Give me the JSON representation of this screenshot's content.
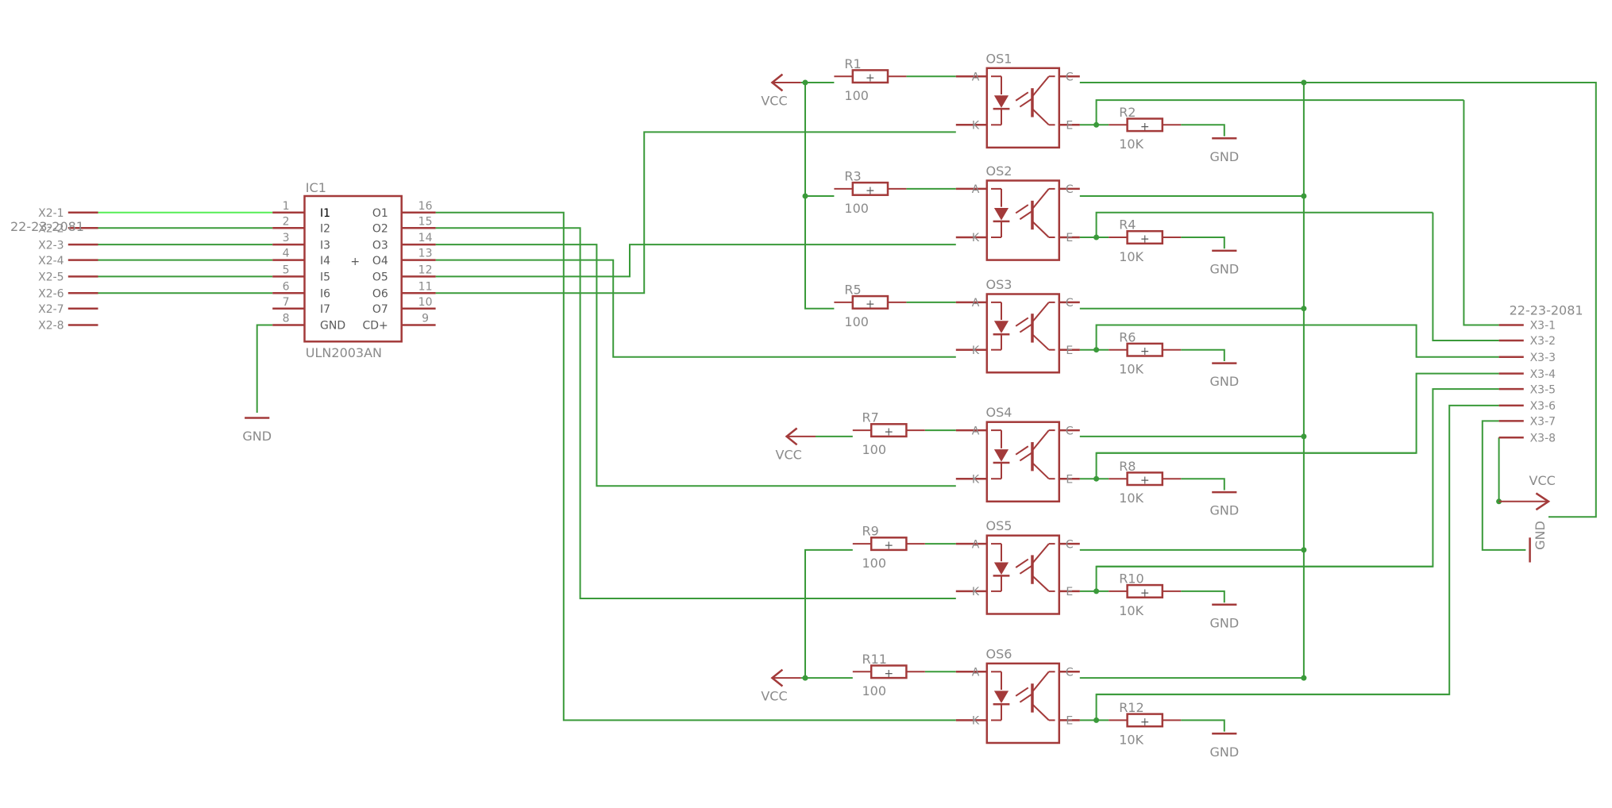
{
  "colors": {
    "wire": "#3a9a3a",
    "part": "#a33a3a",
    "text": "#8a8a8a",
    "highlight": "#55ee55"
  },
  "connector_x2": {
    "label": "22-23-2081",
    "pins": [
      "X2-1",
      "X2-2",
      "X2-3",
      "X2-4",
      "X2-5",
      "X2-6",
      "X2-7",
      "X2-8"
    ]
  },
  "connector_x3": {
    "label": "22-23-2081",
    "pins": [
      "X3-1",
      "X3-2",
      "X3-3",
      "X3-4",
      "X3-5",
      "X3-6",
      "X3-7",
      "X3-8"
    ]
  },
  "ic1": {
    "name": "IC1",
    "value": "ULN2003AN",
    "plus": "+",
    "left_pins": [
      {
        "num": "1",
        "name": "I1"
      },
      {
        "num": "2",
        "name": "I2"
      },
      {
        "num": "3",
        "name": "I3"
      },
      {
        "num": "4",
        "name": "I4"
      },
      {
        "num": "5",
        "name": "I5"
      },
      {
        "num": "6",
        "name": "I6"
      },
      {
        "num": "7",
        "name": "I7"
      },
      {
        "num": "8",
        "name": "GND"
      }
    ],
    "right_pins": [
      {
        "num": "16",
        "name": "O1"
      },
      {
        "num": "15",
        "name": "O2"
      },
      {
        "num": "14",
        "name": "O3"
      },
      {
        "num": "13",
        "name": "O4"
      },
      {
        "num": "12",
        "name": "O5"
      },
      {
        "num": "11",
        "name": "O6"
      },
      {
        "num": "10",
        "name": "O7"
      },
      {
        "num": "9",
        "name": "CD+"
      }
    ]
  },
  "optocouplers": [
    {
      "name": "OS1",
      "r_led": "R1",
      "r_led_val": "100",
      "r_emit": "R2",
      "r_emit_val": "10K"
    },
    {
      "name": "OS2",
      "r_led": "R3",
      "r_led_val": "100",
      "r_emit": "R4",
      "r_emit_val": "10K"
    },
    {
      "name": "OS3",
      "r_led": "R5",
      "r_led_val": "100",
      "r_emit": "R6",
      "r_emit_val": "10K"
    },
    {
      "name": "OS4",
      "r_led": "R7",
      "r_led_val": "100",
      "r_emit": "R8",
      "r_emit_val": "10K"
    },
    {
      "name": "OS5",
      "r_led": "R9",
      "r_led_val": "100",
      "r_emit": "R10",
      "r_emit_val": "10K"
    },
    {
      "name": "OS6",
      "r_led": "R11",
      "r_led_val": "100",
      "r_emit": "R12",
      "r_emit_val": "10K"
    }
  ],
  "opto_pins": {
    "a": "A",
    "k": "K",
    "c": "C",
    "e": "E"
  },
  "resistor_mark": "+",
  "power": {
    "vcc": "VCC",
    "gnd": "GND"
  }
}
